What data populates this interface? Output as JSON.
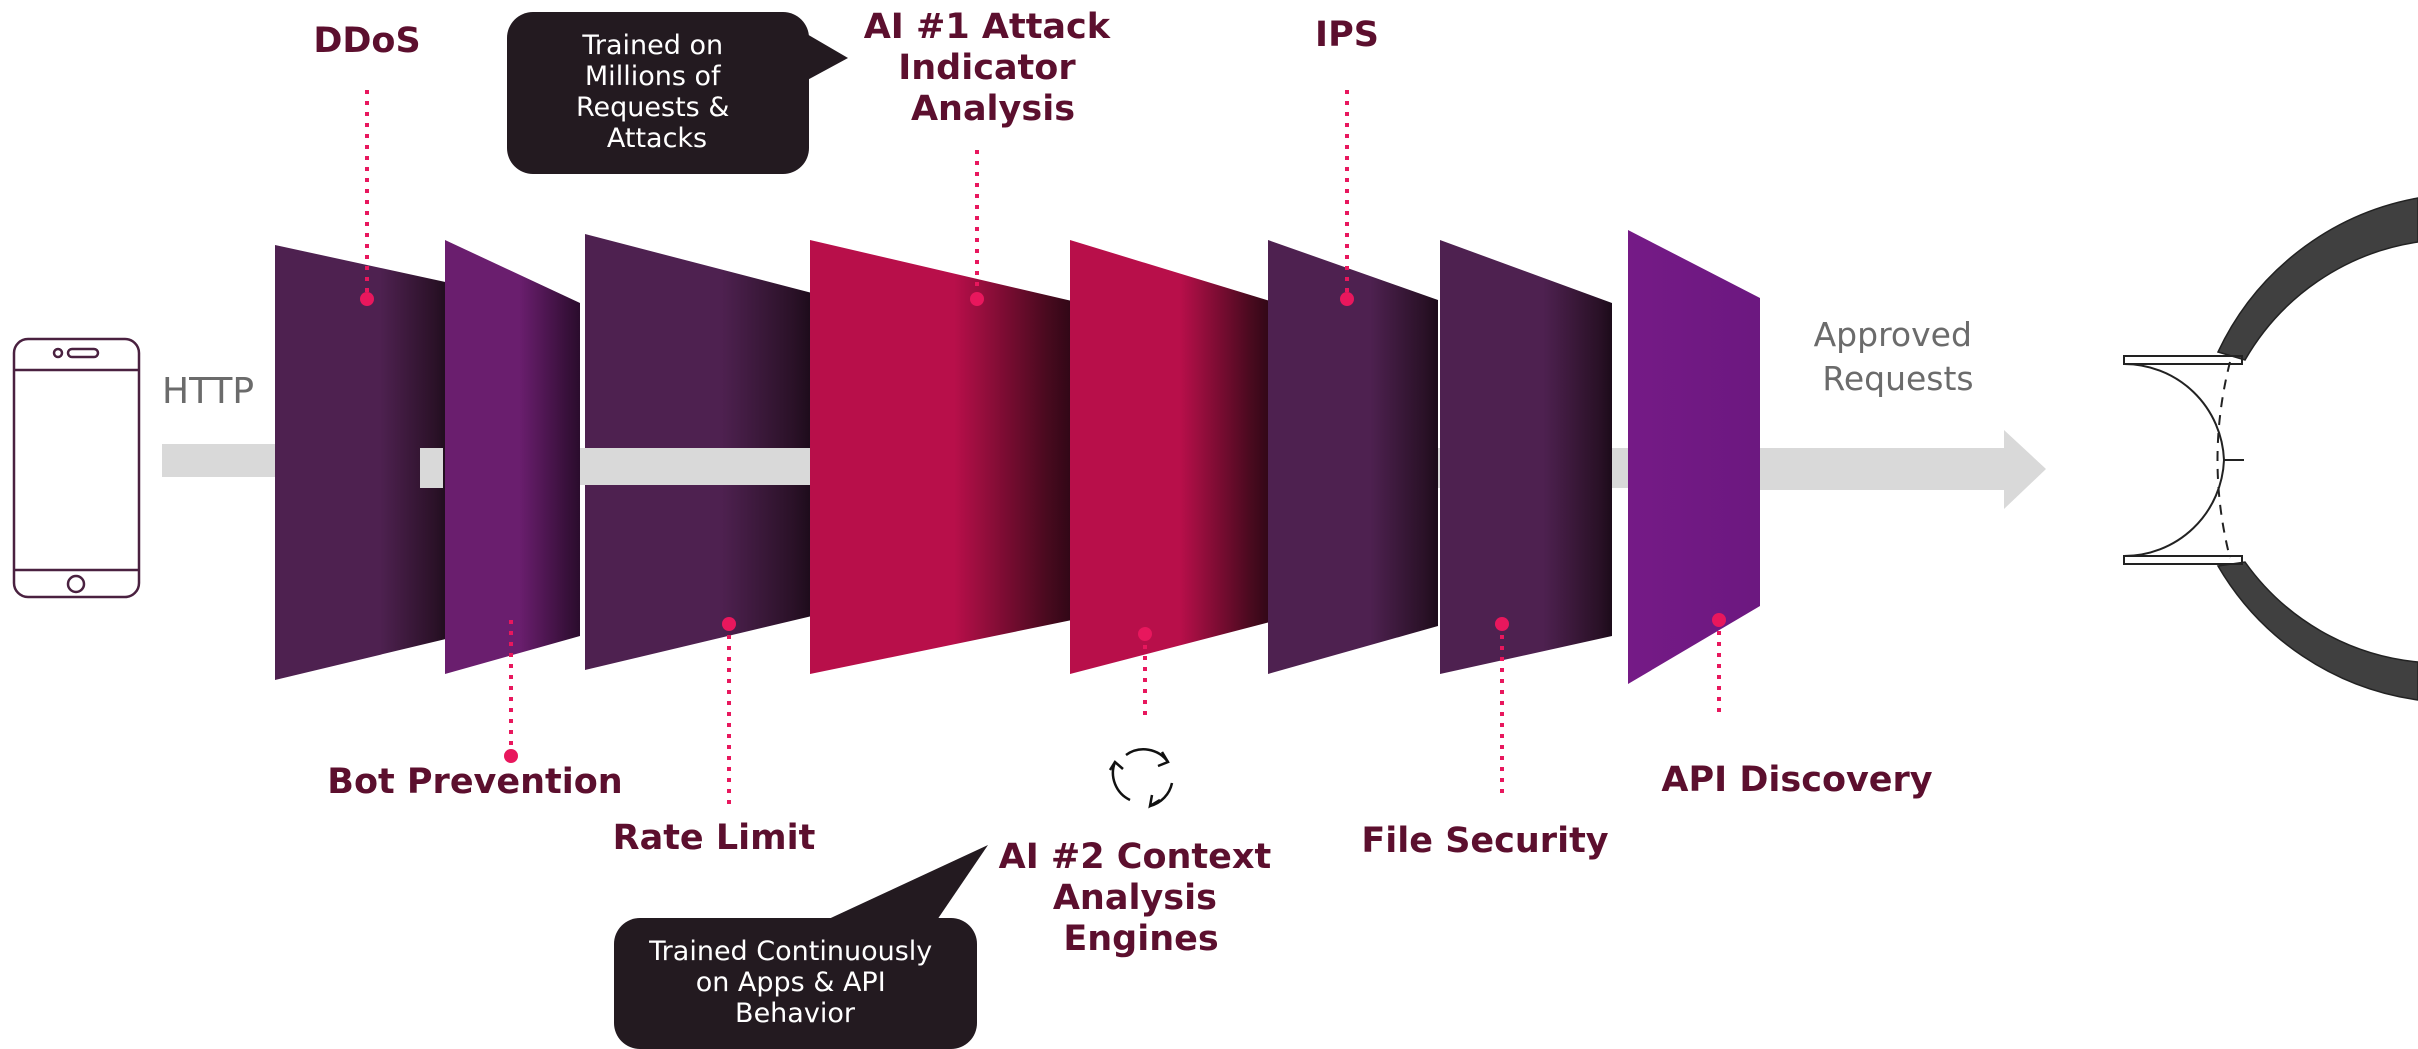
{
  "client": {
    "protocol_label": "HTTP"
  },
  "layers": [
    {
      "id": "ddos",
      "label": "DDoS"
    },
    {
      "id": "bot-prevention",
      "label": "Bot Prevention"
    },
    {
      "id": "rate-limit",
      "label": "Rate Limit"
    },
    {
      "id": "ai-attack-indicator",
      "label": [
        "AI #1 Attack",
        "Indicator",
        "Analysis"
      ]
    },
    {
      "id": "ai-context-analysis",
      "label": [
        "AI #2 Context",
        "Analysis",
        "Engines"
      ]
    },
    {
      "id": "ips",
      "label": "IPS"
    },
    {
      "id": "file-security",
      "label": "File Security"
    },
    {
      "id": "api-discovery",
      "label": "API Discovery"
    }
  ],
  "callouts": {
    "top": [
      "Trained on",
      "Millions of",
      "Requests &",
      "Attacks"
    ],
    "bottom": [
      "Trained Continuously",
      "on Apps & API",
      "Behavior"
    ]
  },
  "output": {
    "label": [
      "Approved",
      "Requests"
    ]
  },
  "colors": {
    "label": "#5c0f2e",
    "connector": "#e8175d",
    "flow": "#d9d9d9",
    "callout_bg": "#231a20",
    "callout_text": "#ffffff",
    "muted_text": "#6b6b6b",
    "plum": "#4e2150",
    "violet": "#6a1e6e",
    "magenta": "#b80f4a",
    "purple": "#751a86",
    "door": "#404040"
  },
  "icons": {
    "phone": "smartphone-icon",
    "refresh": "refresh-cycle-icon",
    "door": "door-arch-icon"
  }
}
